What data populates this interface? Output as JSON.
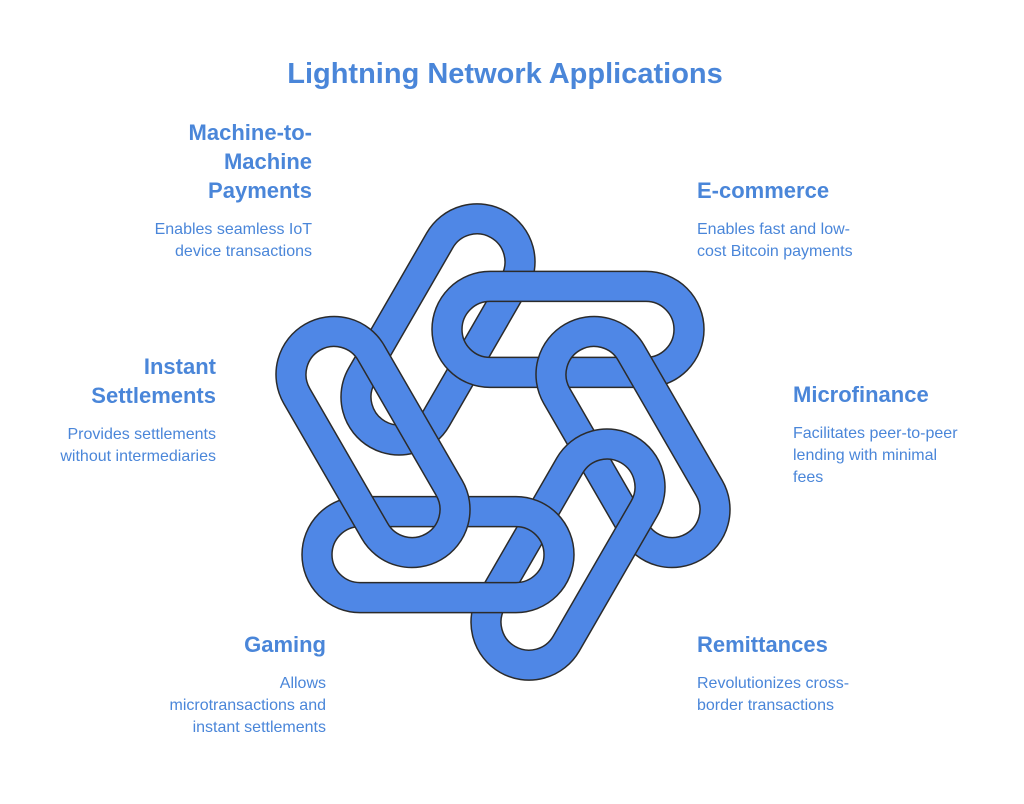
{
  "title": "Lightning Network Applications",
  "colors": {
    "accent": "#4a86d9",
    "shape_fill": "#4f87e6",
    "shape_outline": "#2b2b2b",
    "background": "#ffffff"
  },
  "items": {
    "m2m": {
      "title": "Machine-to-\nMachine\nPayments",
      "desc": "Enables seamless IoT\ndevice transactions"
    },
    "ecommerce": {
      "title": "E-commerce",
      "desc": "Enables fast and low-\ncost Bitcoin payments"
    },
    "settlements": {
      "title": "Instant\nSettlements",
      "desc": "Provides settlements\nwithout intermediaries"
    },
    "microfinance": {
      "title": "Microfinance",
      "desc": "Facilitates peer-to-peer\nlending with minimal\nfees"
    },
    "gaming": {
      "title": "Gaming",
      "desc": "Allows\nmicrotransactions and\ninstant settlements"
    },
    "remittances": {
      "title": "Remittances",
      "desc": "Revolutionizes cross-\nborder transactions"
    }
  }
}
